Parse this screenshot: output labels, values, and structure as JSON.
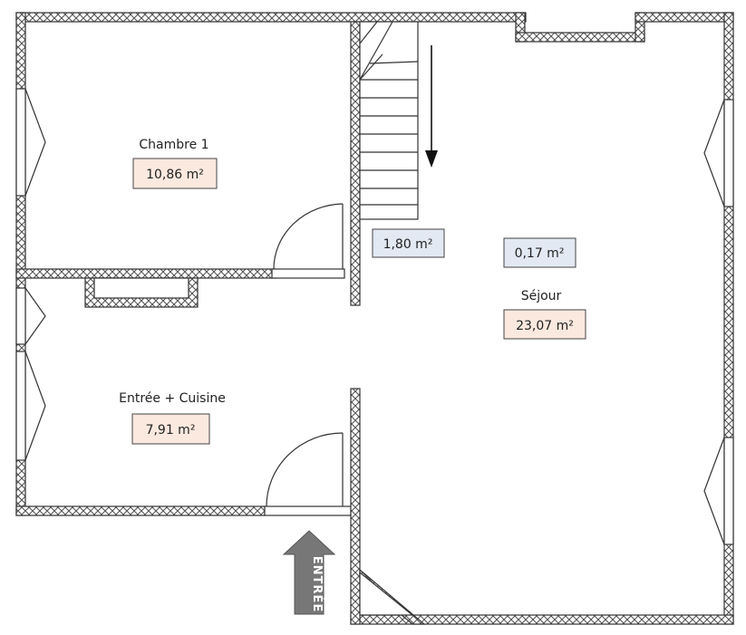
{
  "rooms": {
    "chambre": {
      "name": "Chambre 1",
      "area": "10,86 m²"
    },
    "stairs": {
      "area": "1,80 m²"
    },
    "closet": {
      "area": "0,17 m²"
    },
    "sejour": {
      "name": "Séjour",
      "area": "23,07 m²"
    },
    "entree_cuisine": {
      "name": "Entrée + Cuisine",
      "area": "7,91 m²"
    }
  },
  "entrance": {
    "label": "ENTRÉE"
  },
  "colors": {
    "living_area_fill": "#fbe9df",
    "other_area_fill": "#e3e9f3",
    "wall_line": "#444444",
    "entrance_arrow": "#777777"
  }
}
